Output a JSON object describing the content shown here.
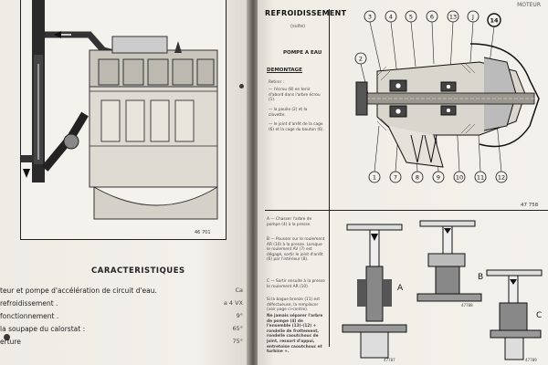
{
  "left_page": {
    "characteristics_title": "CARACTERISTIQUES",
    "lines": [
      "teur et pompe d'accélération de circuit d'eau.",
      "refroidissement .",
      "fonctionnement .",
      "la soupape du calorstat :",
      "erture"
    ],
    "values": [
      "Ca",
      "a 4 VX",
      "9°",
      "65°",
      "75°"
    ],
    "figure_ref": "46 701"
  },
  "right_page": {
    "header": "MOTEUR",
    "section_title": "REFROIDISSEMENT",
    "section_sub": "(suite)",
    "pump_title": "POMPE A EAU",
    "dismantle_title": "DEMONTAGE",
    "dismantle_steps": [
      "Retirer :",
      "— l'écrou (8) en tenir d'abord dans l'arbre écrou (1).",
      "— la poulie (2) et la clavette.",
      "— le joint d'arrêt de la cage (6) et la cage du bouton (6)."
    ],
    "steps_lower": [
      "A — Chasser l'arbre de pompe (4) à la presse.",
      "B — Pousser sur le roulement AR (10) à la presse. Lorsque le roulement AV (7) est dégagé, sortir le joint d'arrêt (6) par l'intérieur (8).",
      "C — Sortir ensuite à la presse le roulement AR (10).",
      "Si la bague bronze (11) est défectueuse, la remplacer (voir page ci-contre).",
      "Ne jamais séparer l'arbre de pompe (4) de l'ensemble (13)-(12) + rondelle de frottement, rondelle caoutchouc de joint, ressort d'appui, entretoise caoutchouc et turbine +."
    ],
    "figure_numbers": [
      "3",
      "4",
      "5",
      "6",
      "13",
      "J",
      "14",
      "2",
      "1",
      "7",
      "8",
      "9",
      "10",
      "11",
      "12"
    ],
    "figure_ref": "47 758",
    "lower_labels": [
      "A",
      "B",
      "C"
    ],
    "lower_refs": [
      "47787",
      "47788",
      "47789"
    ]
  }
}
